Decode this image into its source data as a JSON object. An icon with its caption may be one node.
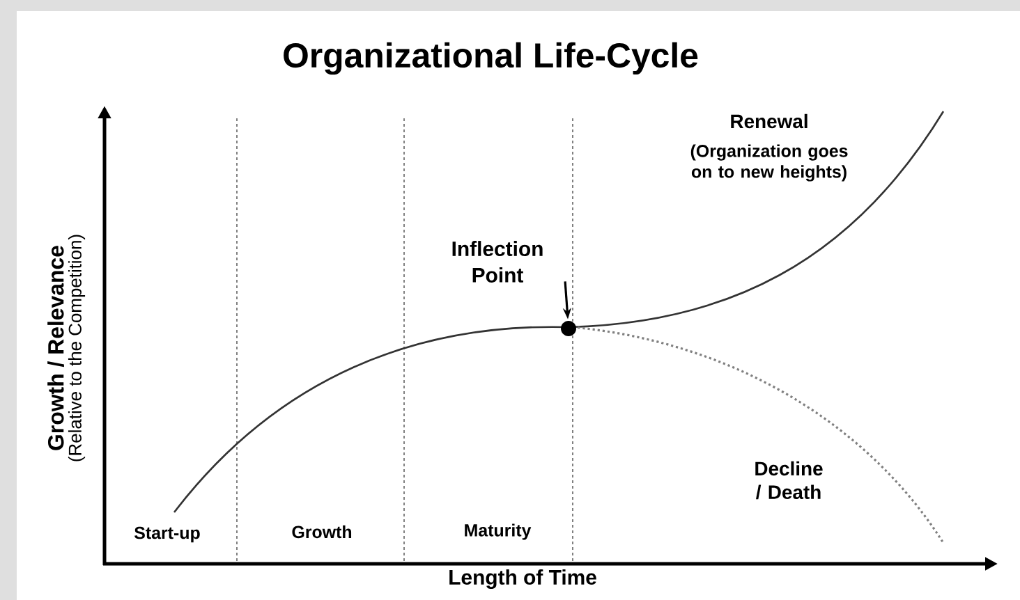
{
  "diagram": {
    "title": "Organizational Life-Cycle",
    "nodes": [
      {
        "text": [
          "Inflection Point"
        ]
      },
      {
        "text": [],
        "shape": "circle"
      }
    ],
    "edges": [
      {
        "from": 0,
        "to": 1,
        "arrow": "to"
      }
    ],
    "labels": [
      "Renewal",
      "(Organization goes on to new heights)",
      "Growth / Relevance",
      "(Relative to the Competition)",
      "Decline / Death",
      "Start-up",
      "Growth",
      "Maturity",
      "Length of Time"
    ]
  }
}
